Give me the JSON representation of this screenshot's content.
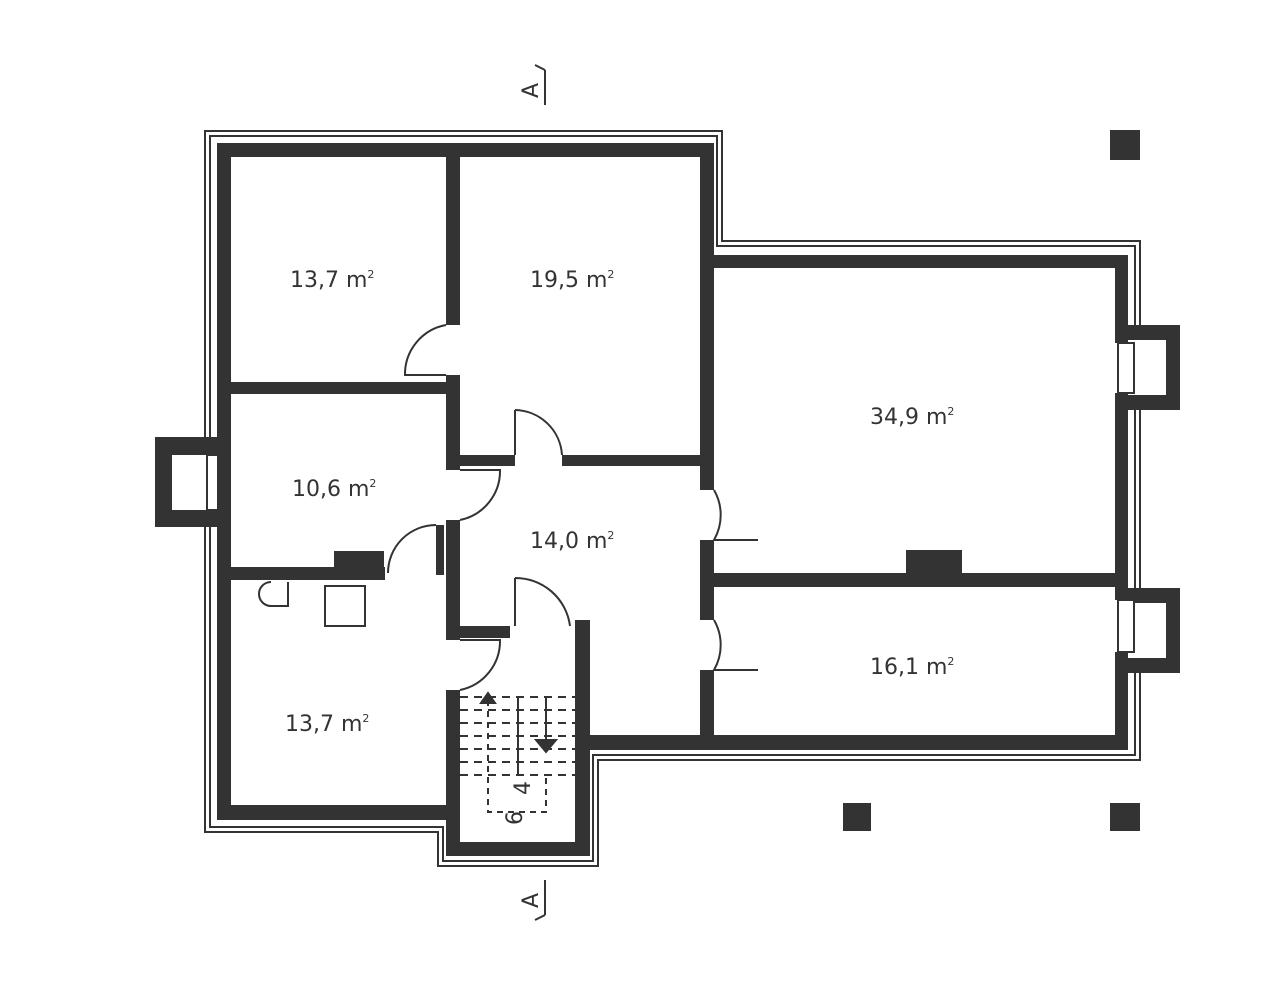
{
  "plan": {
    "section_marker": "A",
    "unit": "m",
    "unit_sup": "2",
    "rooms": [
      {
        "area": "13,7"
      },
      {
        "area": "19,5"
      },
      {
        "area": "34,9"
      },
      {
        "area": "10,6"
      },
      {
        "area": "14,0"
      },
      {
        "area": "16,1"
      },
      {
        "area": "13,7"
      }
    ],
    "stair_labels": [
      "4",
      "6"
    ],
    "colors": {
      "wall": "#333333",
      "background": "#ffffff"
    }
  }
}
